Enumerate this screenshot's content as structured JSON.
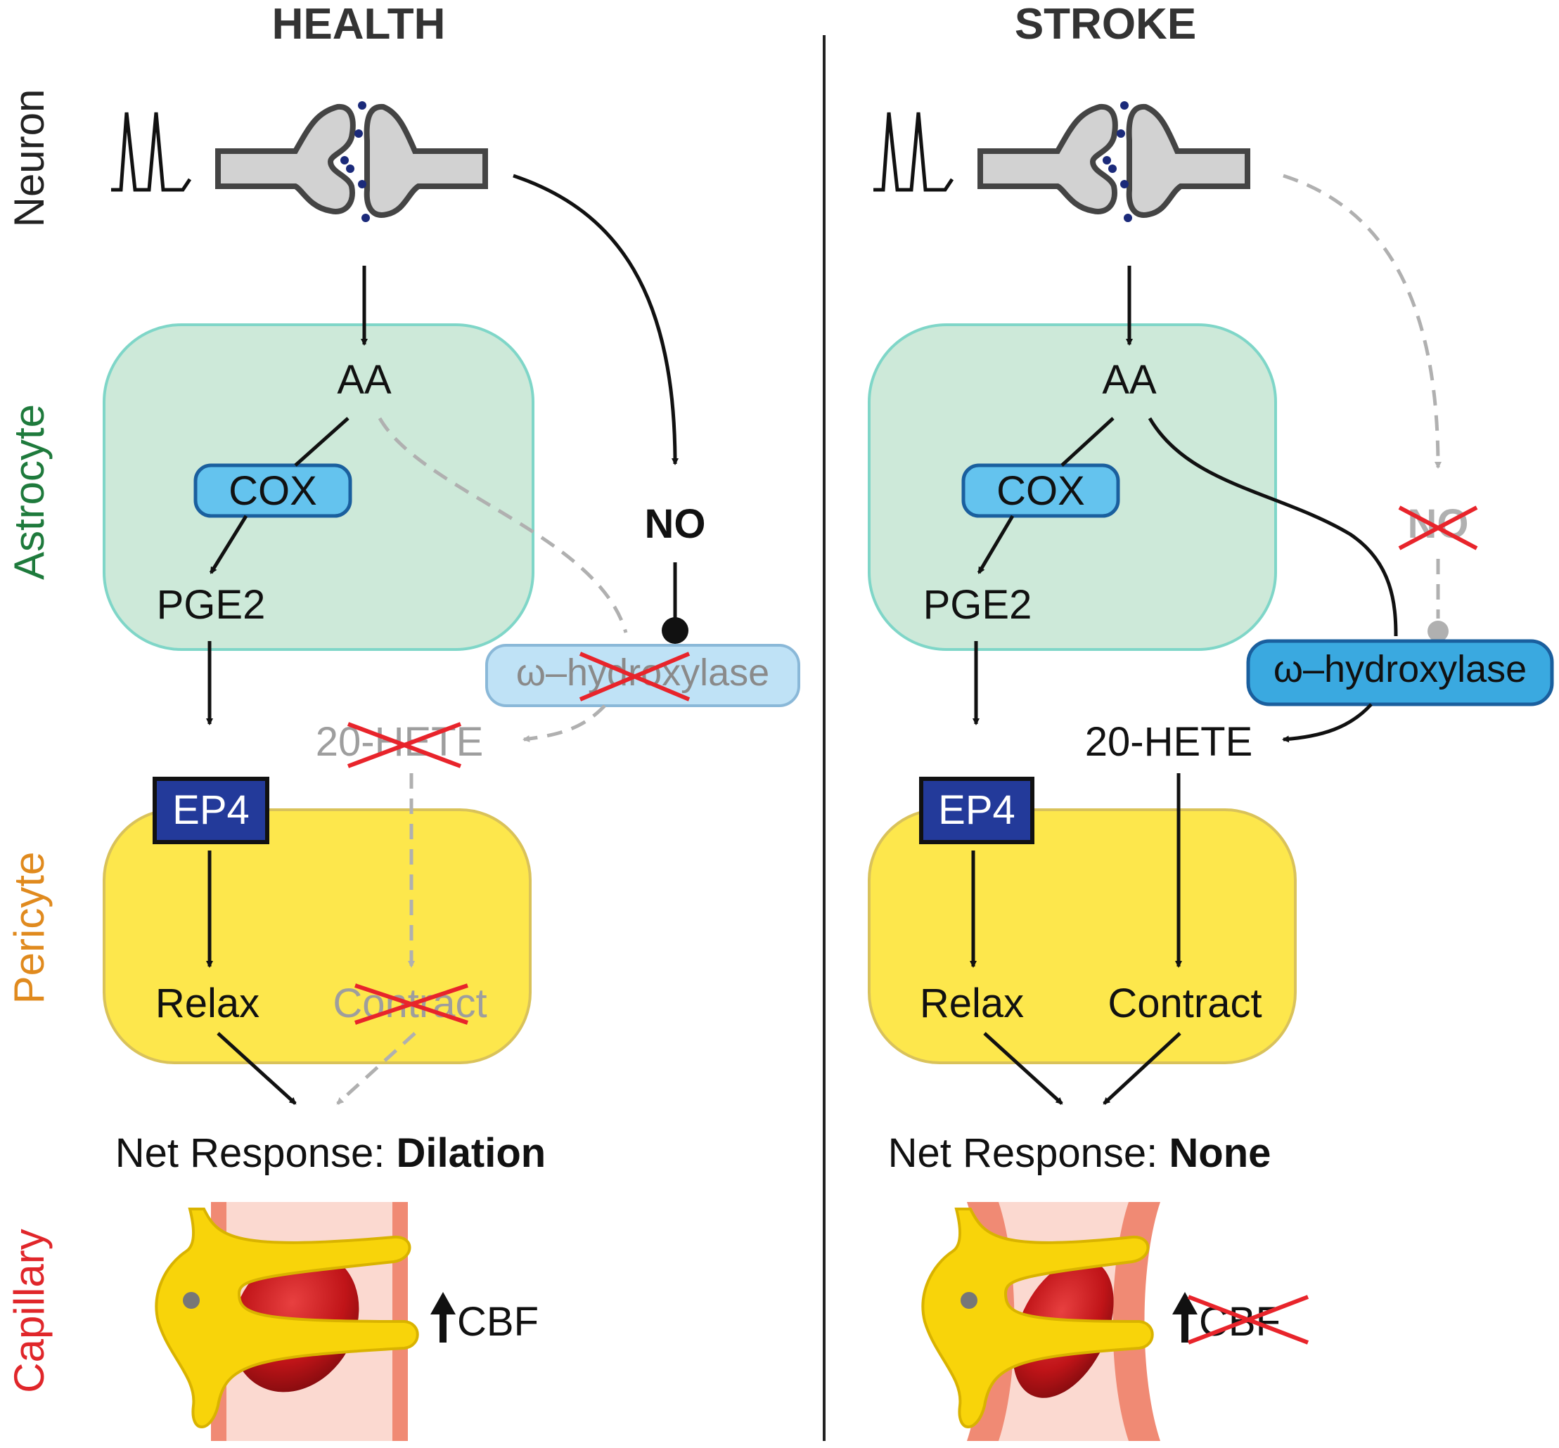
{
  "panels": {
    "health": {
      "title": "HEALTH",
      "aa": "AA",
      "cox": "COX",
      "pge2": "PGE2",
      "no": "NO",
      "hydroxylase": "ω–hydroxylase",
      "hete": "20-HETE",
      "ep4": "EP4",
      "relax": "Relax",
      "contract": "Contract",
      "net_prefix": "Net Response: ",
      "net_value": "Dilation",
      "cbf": "CBF"
    },
    "stroke": {
      "title": "STROKE",
      "aa": "AA",
      "cox": "COX",
      "pge2": "PGE2",
      "no": "NO",
      "hydroxylase": "ω–hydroxylase",
      "hete": "20-HETE",
      "ep4": "EP4",
      "relax": "Relax",
      "contract": "Contract",
      "net_prefix": "Net Response: ",
      "net_value": "None",
      "cbf": "CBF"
    }
  },
  "row_labels": [
    {
      "text": "Neuron",
      "color": "#222222"
    },
    {
      "text": "Astrocyte",
      "color": "#1e7a3c"
    },
    {
      "text": "Pericyte",
      "color": "#e08a1e"
    },
    {
      "text": "Capillary",
      "color": "#e0262a"
    }
  ],
  "colors": {
    "astrocyte_fill": "#cde9d9",
    "astrocyte_stroke": "#7fd6c8",
    "pericyte_fill": "#fde74c",
    "pericyte_stroke": "#d9c25a",
    "cox_fill": "#64c3ee",
    "cox_stroke": "#1a5f9e",
    "hydroxylase_active_fill": "#3aa9e0",
    "hydroxylase_inactive_fill": "#bfe2f6",
    "ep4_fill": "#233a9a",
    "cross_red": "#e8242b",
    "inactive_gray": "#9e9e9e",
    "capillary_wall": "#f08a74",
    "capillary_lumen": "#fbd9d0",
    "rbc": "#c4161c",
    "pericyte_cell": "#f8d40a"
  }
}
